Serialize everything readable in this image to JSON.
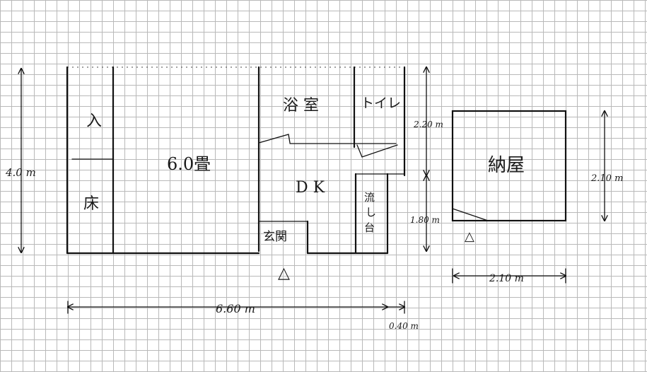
{
  "rooms": {
    "room_main": "6.0畳",
    "closet_top": "入",
    "closet_bottom": "床",
    "bath": "浴 室",
    "toilet": "トイレ",
    "dk": "D K",
    "sink": [
      "流",
      "し",
      "台"
    ],
    "entrance": "玄関",
    "shed": "納屋"
  },
  "dimensions": {
    "left_height": "4.0 m",
    "upper_right": "2.20 m",
    "lower_right": "1.80 m",
    "bottom_width": "6.60 m",
    "bottom_extra": "0.40 m",
    "shed_height": "2.10 m",
    "shed_width": "2.10 m"
  },
  "symbols": {
    "entrance_mark": "△",
    "shed_entrance_mark": "△"
  }
}
